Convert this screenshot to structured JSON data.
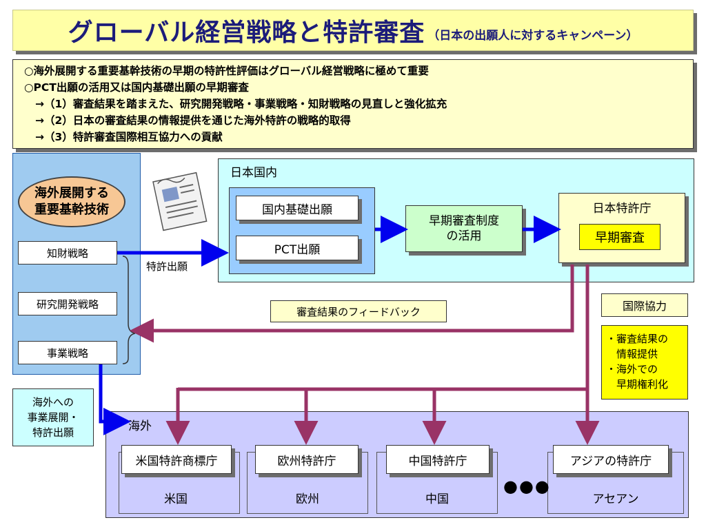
{
  "title": {
    "main": "グローバル経営戦略と特許審査",
    "sub": "（日本の出願人に対するキャンペーン）"
  },
  "summary": [
    "○海外展開する重要基幹技術の早期の特許性評価はグローバル経営戦略に極めて重要",
    "○PCT出願の活用又は国内基礎出願の早期審査",
    "→（1）審査結果を踏まえた、研究開発戦略・事業戦略・知財戦略の見直しと強化拡充",
    "→（2）日本の審査結果の情報提供を通じた海外特許の戦略的取得",
    "→（3）特許審査国際相互協力への貢献"
  ],
  "left_panel": {
    "tech_line1": "海外展開する",
    "tech_line2": "重要基幹技術",
    "ip_strategy": "知財戦略",
    "rd_strategy": "研究開発戦略",
    "business_strategy": "事業戦略"
  },
  "patent_filing_label": "特許出願",
  "domestic": {
    "label": "日本国内",
    "domestic_filing": "国内基礎出願",
    "pct_filing": "PCT出願",
    "early_system_line1": "早期審査制度",
    "early_system_line2": "の活用",
    "jpo": "日本特許庁",
    "early_exam": "早期審査"
  },
  "feedback_label": "審査結果のフィードバック",
  "intl": {
    "coop": "国際協力",
    "benefits": [
      "・審査結果の",
      "　情報提供",
      "・海外での",
      "　早期権利化"
    ]
  },
  "overseas_note": [
    "海外への",
    "事業展開・",
    "特許出願"
  ],
  "overseas": {
    "label": "海外",
    "offices": [
      {
        "office": "米国特許商標庁",
        "region": "米国"
      },
      {
        "office": "欧州特許庁",
        "region": "欧州"
      },
      {
        "office": "中国特許庁",
        "region": "中国"
      },
      {
        "office": "アジアの特許庁",
        "region": "アセアン"
      }
    ],
    "ellipsis": "●●●"
  },
  "colors": {
    "blue_arrow": "#0000ee",
    "feedback_arrow": "#993366",
    "title_text": "#1c1c7a"
  }
}
